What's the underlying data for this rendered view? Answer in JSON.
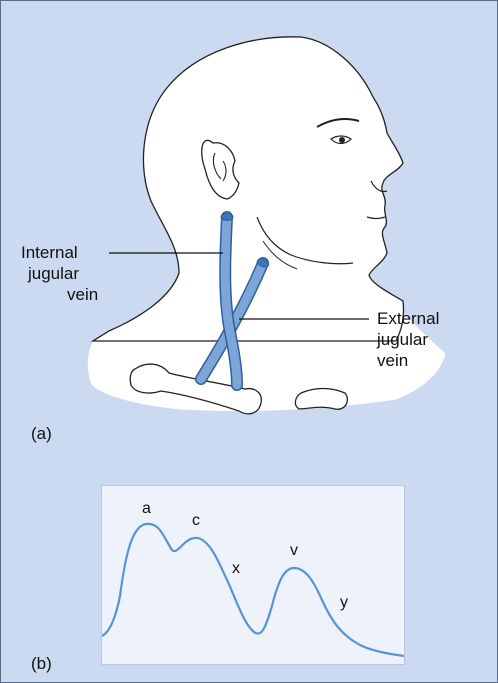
{
  "figure": {
    "panel_a": {
      "tag": "(a)",
      "internal_label": [
        "Internal",
        "jugular",
        "vein"
      ],
      "external_label": [
        "External",
        "jugular",
        "vein"
      ]
    },
    "panel_b": {
      "tag": "(b)",
      "wave_labels": [
        "a",
        "c",
        "x",
        "v",
        "y"
      ]
    }
  },
  "colors": {
    "background": "#cbdaf0",
    "vein": "#7da6d8",
    "vein_outline": "#2f5f9e",
    "waveform": "#5b92d2",
    "panel": "#eef3fb"
  }
}
